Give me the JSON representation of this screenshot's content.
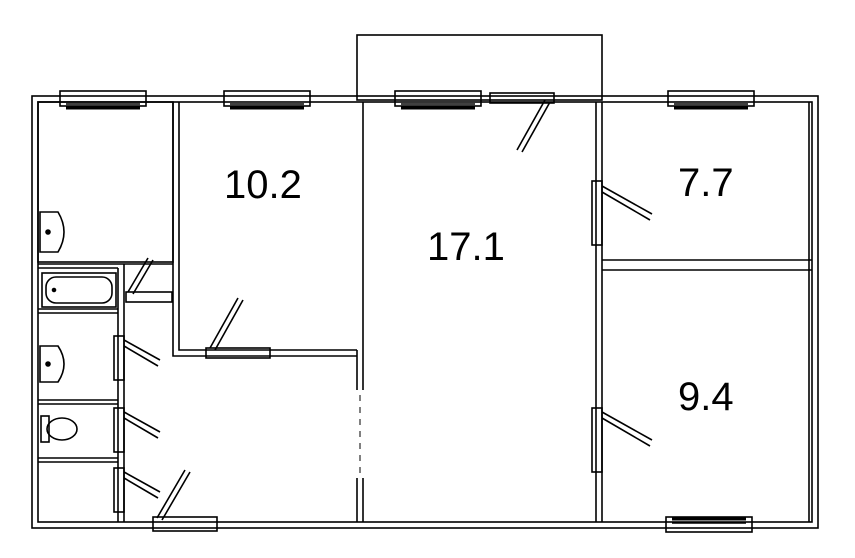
{
  "floor_plan": {
    "rooms": [
      {
        "id": "room-a",
        "area_label": "10.2"
      },
      {
        "id": "room-b",
        "area_label": "17.1"
      },
      {
        "id": "room-c",
        "area_label": "7.7"
      },
      {
        "id": "room-d",
        "area_label": "9.4"
      }
    ],
    "fixtures": [
      "washbasin-icon",
      "bathtub-icon",
      "washbasin-icon",
      "toilet-icon"
    ],
    "colors": {
      "line": "#000000",
      "background": "#ffffff"
    }
  }
}
